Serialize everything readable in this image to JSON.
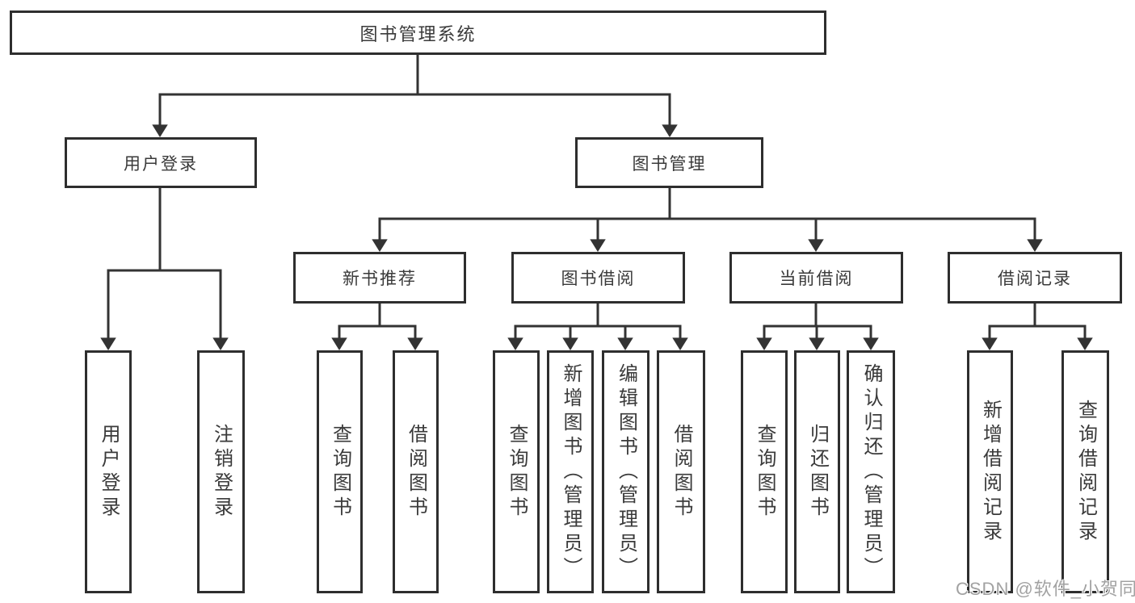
{
  "colors": {
    "background": "#ffffff",
    "line": "#333333",
    "box_border": "#2e2e2e",
    "text": "#3a3a3a",
    "watermark": "#a2a2a2"
  },
  "watermark": "CSDN @软件_小贺同学",
  "tree": {
    "label": "图书管理系统",
    "children": [
      {
        "label": "用户登录",
        "children": [
          {
            "label": "用户登录"
          },
          {
            "label": "注销登录"
          }
        ]
      },
      {
        "label": "图书管理",
        "children": [
          {
            "label": "新书推荐",
            "children": [
              {
                "label": "查询图书"
              },
              {
                "label": "借阅图书"
              }
            ]
          },
          {
            "label": "图书借阅",
            "children": [
              {
                "label": "查询图书"
              },
              {
                "label": "新增图书（管理员）"
              },
              {
                "label": "编辑图书（管理员）"
              },
              {
                "label": "借阅图书"
              }
            ]
          },
          {
            "label": "当前借阅",
            "children": [
              {
                "label": "查询图书"
              },
              {
                "label": "归还图书"
              },
              {
                "label": "确认归还（管理员）"
              }
            ]
          },
          {
            "label": "借阅记录",
            "children": [
              {
                "label": "新增借阅记录"
              },
              {
                "label": "查询借阅记录"
              }
            ]
          }
        ]
      }
    ]
  }
}
